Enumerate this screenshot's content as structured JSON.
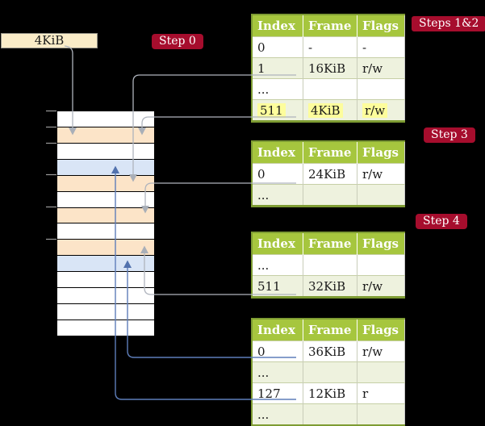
{
  "colors": {
    "background": "#000000",
    "badge_red": "#A60D2D",
    "header_green": "#A6C63E",
    "row_green": "#EEF2DE",
    "table_border_olive": "#7E9C33",
    "highlight_yellow": "#FDFD9C",
    "frame_box_cream": "#FAECC8",
    "frame_peach": "#FCE4C8",
    "frame_blue": "#D9E5F6",
    "frame_white": "#FFFFFF",
    "arrow_gray": "#AFB4BD",
    "arrow_blue": "#5E7EBA",
    "tick_gray": "#9A9A9A"
  },
  "frame_box": {
    "label": "4KiB"
  },
  "badges": [
    {
      "label": "Step 0"
    },
    {
      "label": "Steps 1&2"
    },
    {
      "label": "Step 3"
    },
    {
      "label": "Step 4"
    }
  ],
  "tables": [
    {
      "title": "page table for steps 1 and 2",
      "headers": [
        "Index",
        "Frame",
        "Flags"
      ],
      "rows": [
        {
          "cells": [
            "0",
            "-",
            "-"
          ],
          "highlight": false
        },
        {
          "cells": [
            "1",
            "16KiB",
            "r/w"
          ],
          "highlight": false
        },
        {
          "cells": [
            "...",
            "",
            ""
          ],
          "highlight": false
        },
        {
          "cells": [
            "511",
            "4KiB",
            "r/w"
          ],
          "highlight": true
        }
      ]
    },
    {
      "title": "page table for step 3",
      "headers": [
        "Index",
        "Frame",
        "Flags"
      ],
      "rows": [
        {
          "cells": [
            "0",
            "24KiB",
            "r/w"
          ],
          "highlight": false
        },
        {
          "cells": [
            "...",
            "",
            ""
          ],
          "highlight": false
        }
      ]
    },
    {
      "title": "page table for step 4",
      "headers": [
        "Index",
        "Frame",
        "Flags"
      ],
      "rows": [
        {
          "cells": [
            "...",
            "",
            ""
          ],
          "highlight": false
        },
        {
          "cells": [
            "511",
            "32KiB",
            "r/w"
          ],
          "highlight": false
        }
      ]
    },
    {
      "title": "leaf page table",
      "headers": [
        "Index",
        "Frame",
        "Flags"
      ],
      "rows": [
        {
          "cells": [
            "0",
            "36KiB",
            "r/w"
          ],
          "highlight": false
        },
        {
          "cells": [
            "...",
            "",
            ""
          ],
          "highlight": false
        },
        {
          "cells": [
            "127",
            "12KiB",
            "r"
          ],
          "highlight": false
        },
        {
          "cells": [
            "...",
            "",
            ""
          ],
          "highlight": false
        }
      ]
    }
  ],
  "memory": {
    "row_colors": [
      "plain",
      "peach",
      "plain",
      "blue",
      "peach",
      "plain",
      "peach",
      "plain",
      "peach",
      "blue",
      "plain",
      "plain",
      "plain",
      "plain"
    ]
  },
  "connections": [
    {
      "from": "frame-size-box",
      "to": "memory-frame-2",
      "style": "gray"
    },
    {
      "from": "table-steps12-row-1",
      "to": "memory-frame-5",
      "style": "gray"
    },
    {
      "from": "table-steps12-row-511",
      "to": "memory-frame-2",
      "style": "gray"
    },
    {
      "from": "table-step3-row-0",
      "to": "memory-frame-7",
      "style": "gray"
    },
    {
      "from": "table-step4-row-511",
      "to": "memory-frame-9",
      "style": "gray"
    },
    {
      "from": "table-leaf-row-0",
      "to": "memory-frame-10",
      "style": "blue"
    },
    {
      "from": "table-leaf-row-127",
      "to": "memory-frame-4",
      "style": "blue"
    }
  ]
}
